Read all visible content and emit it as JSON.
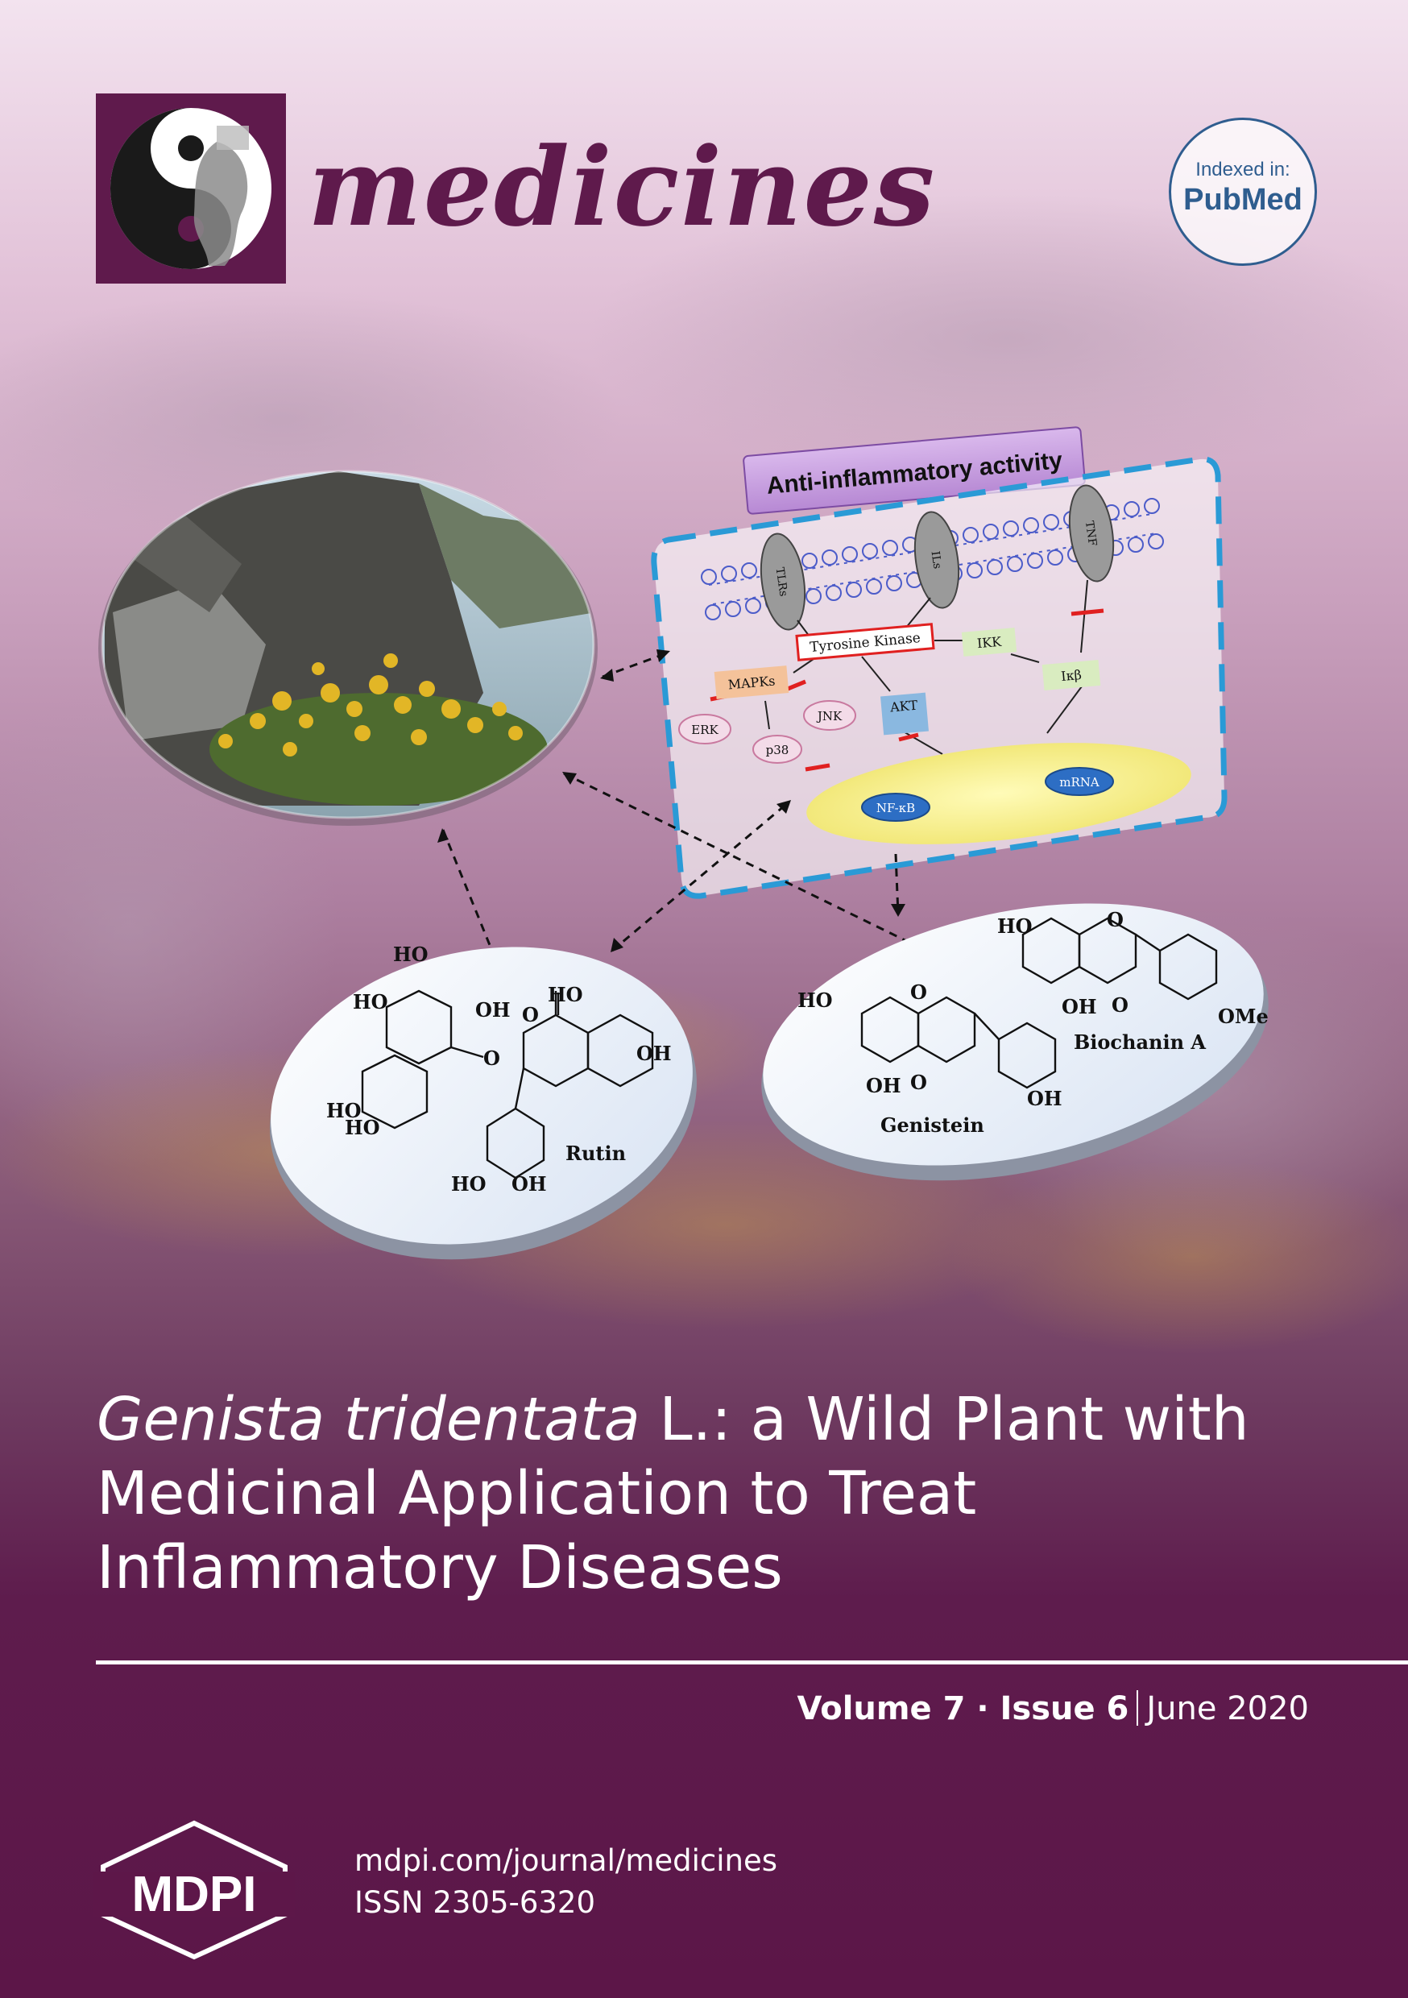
{
  "journal": {
    "name": "medicines",
    "indexed_label": "Indexed in:",
    "indexed_service": "PubMed"
  },
  "figure": {
    "box_title": "Anti-inflammatory activity",
    "receptors": [
      "TLRs",
      "ILs",
      "TNF"
    ],
    "nodes": {
      "tyrosine_kinase": "Tyrosine Kinase",
      "mapks": "MAPKs",
      "ikk": "IKK",
      "ikb": "Iκβ",
      "erk": "ERK",
      "jnk": "JNK",
      "p38": "p38",
      "akt": "AKT",
      "nfkb": "NF-κB",
      "mrna": "mRNA"
    },
    "compounds": {
      "rutin": "Rutin",
      "genistein": "Genistein",
      "biochanin": "Biochanin A"
    },
    "groups": {
      "ho": "HO",
      "oh": "OH",
      "o": "O",
      "ome": "OMe"
    }
  },
  "article": {
    "title_italic": "Genista tridentata",
    "title_rest": " L.: a Wild Plant with Medicinal Application to Treat Inflammatory Diseases"
  },
  "issue": {
    "volume": "Volume 7",
    "dot": " · ",
    "issue": "Issue 6",
    "date": "June 2020"
  },
  "publisher": {
    "logo_text": "MDPI",
    "url": "mdpi.com/journal/medicines",
    "issn": "ISSN 2305-6320"
  },
  "colors": {
    "brand_purple": "#5f1a4c",
    "pubmed_blue": "#2f5d8f",
    "dash_blue": "#2a9ad6",
    "inhibit_red": "#e02020"
  }
}
